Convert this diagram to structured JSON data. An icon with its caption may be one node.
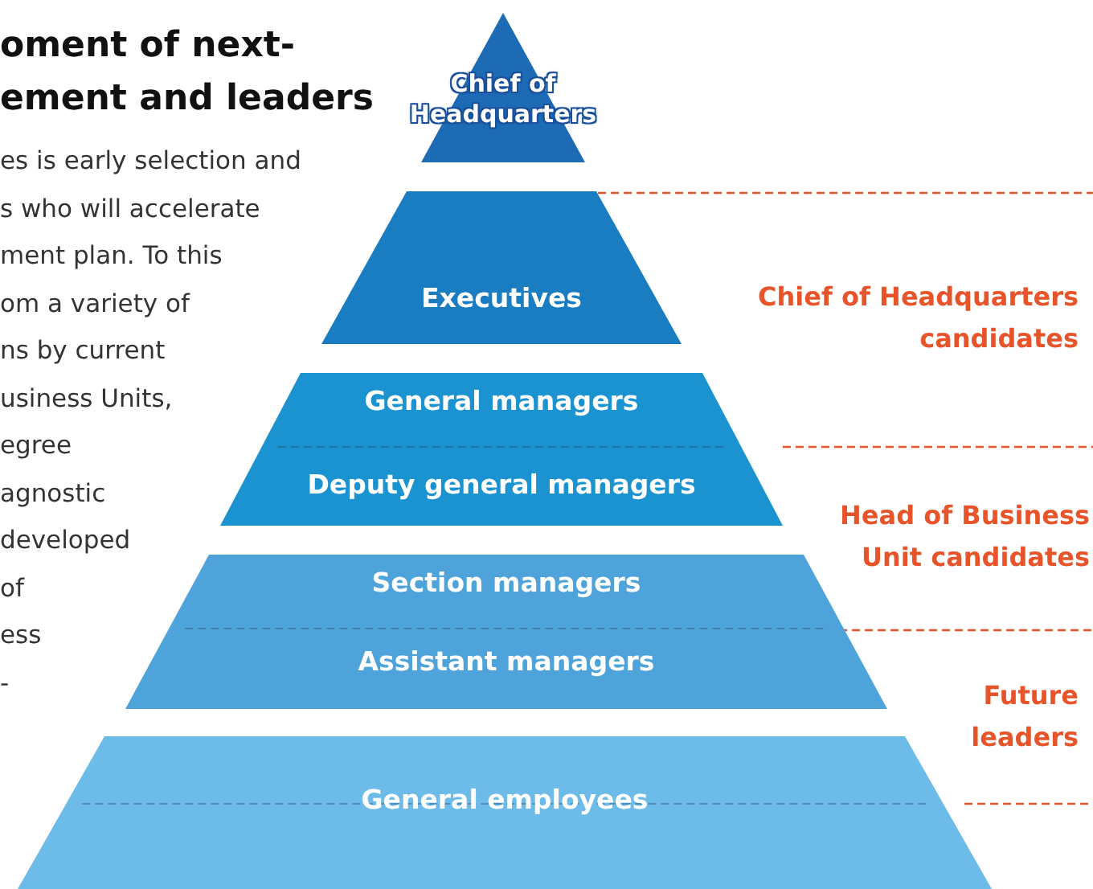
{
  "diagram": {
    "title": "oment of next- ement and leaders",
    "nodes": [
      {
        "text": [
          "Chief of Headquarters"
        ]
      },
      {
        "text": [
          "Executives"
        ]
      },
      {
        "text": [
          "General managers",
          "Deputy general managers"
        ]
      },
      {
        "text": [
          "Section managers",
          "Assistant managers"
        ]
      },
      {
        "text": [
          "General employees"
        ]
      }
    ],
    "labels": [
      "es is early selection and",
      "s who will accelerate",
      "ment plan. To this",
      "om a variety of",
      "ns by current",
      "usiness Units,",
      "egree",
      "agnostic",
      "developed",
      "of",
      "ess",
      "-",
      "Chief of Headquarters candidates",
      "Head of Business Unit candidates",
      "Future leaders"
    ]
  }
}
